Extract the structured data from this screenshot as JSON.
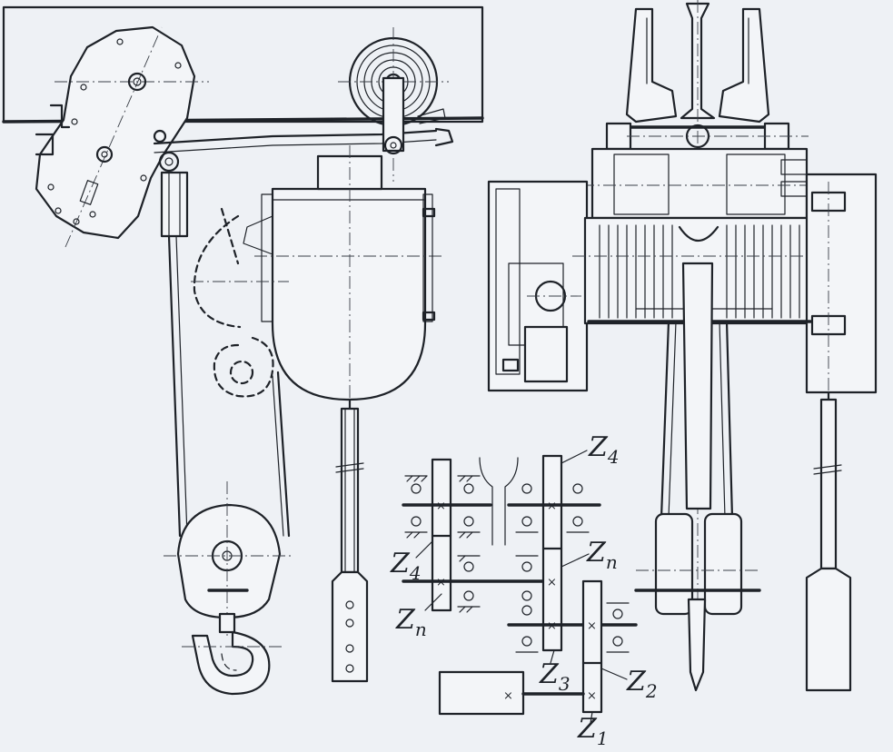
{
  "labels": {
    "z4_top": {
      "main": "Z",
      "sub": "4"
    },
    "z4_left": {
      "main": "Z",
      "sub": "4"
    },
    "zn_right": {
      "main": "Z",
      "sub": "n"
    },
    "zn_left": {
      "main": "Z",
      "sub": "n"
    },
    "z3": {
      "main": "Z",
      "sub": "3"
    },
    "z2": {
      "main": "Z",
      "sub": "2"
    },
    "z1": {
      "main": "Z",
      "sub": "1"
    }
  },
  "colors": {
    "ink": "#1e2228",
    "paper": "#eef1f5"
  }
}
